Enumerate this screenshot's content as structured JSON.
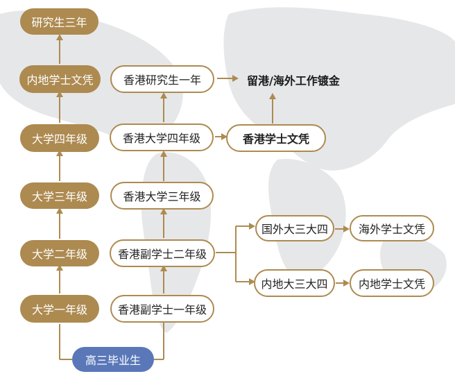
{
  "colors": {
    "accent": "#ad8a50",
    "start": "#5a78b8",
    "map": "#e6e7e9"
  },
  "start": {
    "label": "高三毕业生"
  },
  "mainland_track": {
    "year1": "大学一年级",
    "year2": "大学二年级",
    "year3": "大学三年级",
    "year4": "大学四年级",
    "degree": "内地学士文凭",
    "postgrad": "研究生三年"
  },
  "hk_track": {
    "associate1": "香港副学士一年级",
    "associate2": "香港副学士二年级",
    "year3": "香港大学三年级",
    "year4": "香港大学四年级",
    "postgrad": "香港研究生一年",
    "degree": "香港学士文凭",
    "outcome": "留港/海外工作镀金"
  },
  "branches": {
    "overseas": {
      "study": "国外大三大四",
      "degree": "海外学士文凭"
    },
    "mainland": {
      "study": "内地大三大四",
      "degree": "内地学士文凭"
    }
  }
}
